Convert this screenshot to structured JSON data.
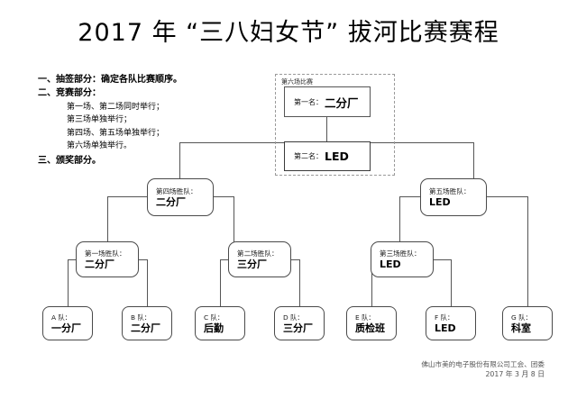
{
  "title": "2017 年 “三八妇女节” 拔河比赛赛程",
  "notes": {
    "section1": "一、抽签部分：确定各队比赛顺序。",
    "section2": "二、竞赛部分：",
    "section2_items": [
      "第一场、第二场同时举行；",
      "第三场单独举行；",
      "第四场、第五场单独举行；",
      "第六场单独举行。"
    ],
    "section3": "三、颁奖部分。"
  },
  "final": {
    "group_label": "第六场比赛",
    "first_label": "第一名：",
    "first_value": "二分厂",
    "second_label": "第二名：",
    "second_value": "LED"
  },
  "round2": [
    {
      "label": "第四场胜队：",
      "value": "二分厂"
    },
    {
      "label": "第五场胜队：",
      "value": "LED"
    }
  ],
  "round3": [
    {
      "label": "第一场胜队：",
      "value": "二分厂"
    },
    {
      "label": "第二场胜队：",
      "value": "三分厂"
    },
    {
      "label": "第三场胜队：",
      "value": "LED"
    }
  ],
  "teams": [
    {
      "label": "A 队：",
      "value": "一分厂"
    },
    {
      "label": "B 队：",
      "value": "二分厂"
    },
    {
      "label": "C 队：",
      "value": "后勤"
    },
    {
      "label": "D 队：",
      "value": "三分厂"
    },
    {
      "label": "E 队：",
      "value": "质检班"
    },
    {
      "label": "F 队：",
      "value": "LED"
    },
    {
      "label": "G 队：",
      "value": "科室"
    }
  ],
  "footer": {
    "line1": "佛山市美的电子股份有限公司工会、团委",
    "line2": "2017 年 3 月 8 日"
  },
  "colors": {
    "text": "#000000",
    "line": "#555555",
    "dashed": "#9a9a9a",
    "background": "#ffffff"
  }
}
